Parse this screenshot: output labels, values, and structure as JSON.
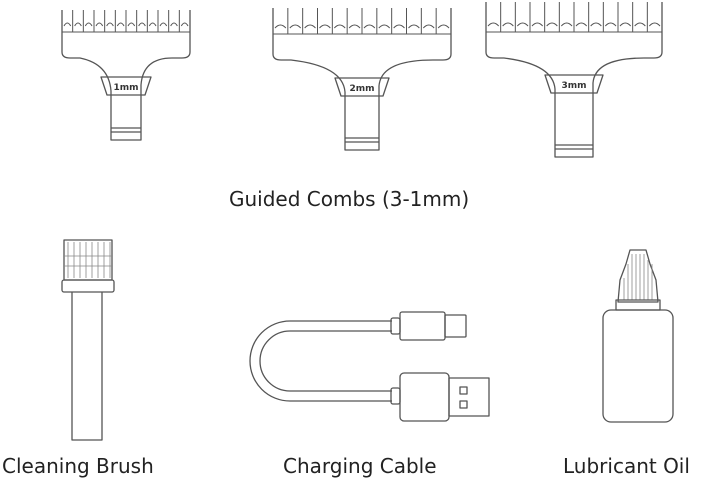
{
  "combs": {
    "title": "Guided Combs (3-1mm)",
    "items": [
      {
        "size_label": "1mm"
      },
      {
        "size_label": "2mm"
      },
      {
        "size_label": "3mm"
      }
    ]
  },
  "accessories": [
    {
      "label": "Cleaning Brush"
    },
    {
      "label": "Charging Cable"
    },
    {
      "label": "Lubricant Oil"
    }
  ],
  "colors": {
    "line": "#555555",
    "text": "#222222"
  }
}
